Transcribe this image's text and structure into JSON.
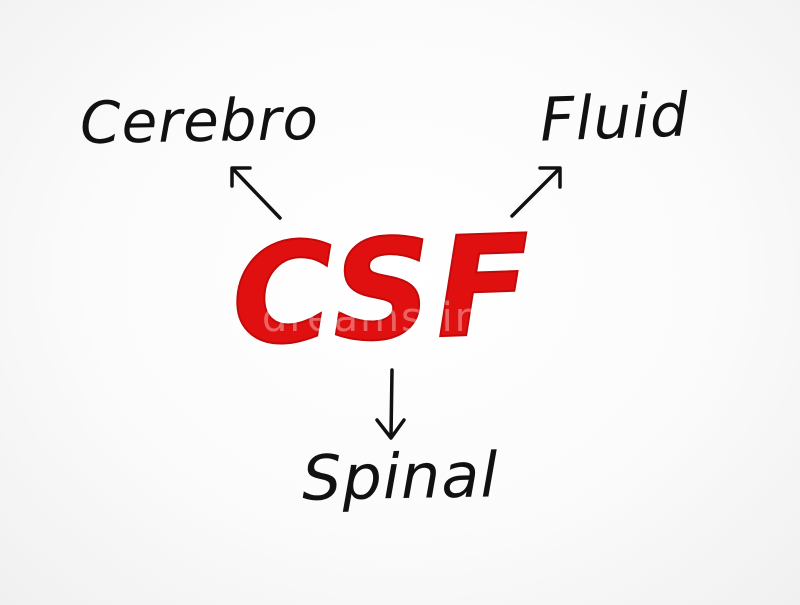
{
  "diagram": {
    "acronym": "CSF",
    "terms": {
      "top_left": "Cerebro",
      "top_right": "Fluid",
      "bottom": "Spinal"
    },
    "colors": {
      "acronym": "#e01010",
      "terms": "#111111",
      "arrows": "#111111",
      "background": "#ffffff"
    },
    "arrows": [
      {
        "from": "CSF",
        "to": "Cerebro",
        "direction": "up-left"
      },
      {
        "from": "CSF",
        "to": "Fluid",
        "direction": "up-right"
      },
      {
        "from": "CSF",
        "to": "Spinal",
        "direction": "down"
      }
    ],
    "watermark": "dreamstime"
  }
}
